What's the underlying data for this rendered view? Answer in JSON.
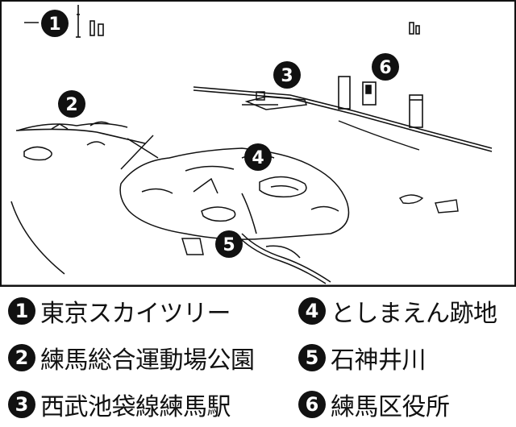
{
  "legend": {
    "items": [
      {
        "num": "1",
        "label": "東京スカイツリー"
      },
      {
        "num": "2",
        "label": "練馬総合運動場公園"
      },
      {
        "num": "3",
        "label": "西武池袋線練馬駅"
      },
      {
        "num": "4",
        "label": "としまえん跡地"
      },
      {
        "num": "5",
        "label": "石神井川"
      },
      {
        "num": "6",
        "label": "練馬区役所"
      }
    ]
  }
}
